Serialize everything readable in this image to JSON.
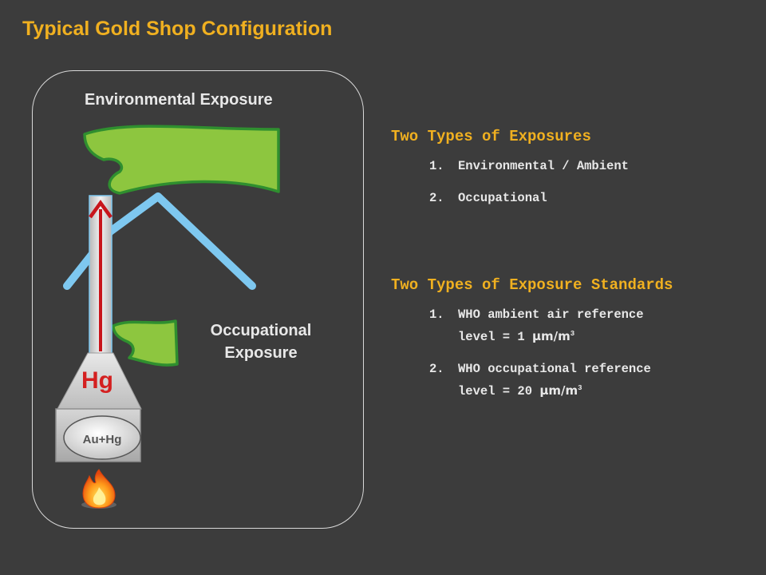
{
  "title": "Typical Gold Shop Configuration",
  "diagram": {
    "env_label": "Environmental Exposure",
    "occ_label_line1": "Occupational",
    "occ_label_line2": "Exposure",
    "hg_label": "Hg",
    "crucible_label": "Au+Hg",
    "colors": {
      "plume": "#8dc63f",
      "plume_border": "#2f8f2f",
      "roof": "#7ec8f0",
      "arrow": "#c8151b",
      "title": "#f0b020"
    }
  },
  "exposures": {
    "heading": "Two Types of Exposures",
    "items": [
      {
        "num": "1.",
        "text": "Environmental / Ambient"
      },
      {
        "num": "2.",
        "text": "Occupational"
      }
    ]
  },
  "standards": {
    "heading": "Two Types of Exposure Standards",
    "items": [
      {
        "num": "1.",
        "line1": "WHO ambient air reference",
        "line2_prefix": "level = 1 ",
        "unit": "µm/m",
        "sup": "3"
      },
      {
        "num": "2.",
        "line1": "WHO occupational reference",
        "line2_prefix": "level = 20 ",
        "unit": "µm/m",
        "sup": "3"
      }
    ]
  }
}
